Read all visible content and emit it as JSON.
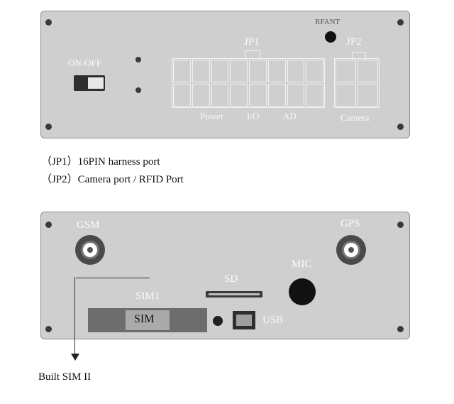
{
  "top_panel": {
    "switch_label": "ON-OFF",
    "rf_ant_label": "RFANT",
    "jp1_label": "JP1",
    "jp2_label": "JP2",
    "jp1_groups": [
      "Power",
      "I/O",
      "AD"
    ],
    "jp2_caption": "Camera"
  },
  "captions": {
    "jp1": "（JP1）16PIN harness port",
    "jp2": "（JP2）Camera port / RFID Port"
  },
  "bottom_panel": {
    "gsm_label": "GSM",
    "gps_label": "GPS",
    "sd_label": "SD",
    "mic_label": "MIC",
    "sim1_label": "SIM1",
    "sim_slot_label": "SIM",
    "usb_label": "USB"
  },
  "annotation": {
    "built_sim": "Built SIM II"
  },
  "colors": {
    "panel": "#cfcfcf",
    "connector_outline": "#f2f2f2",
    "dark": "#2e2e2e"
  }
}
